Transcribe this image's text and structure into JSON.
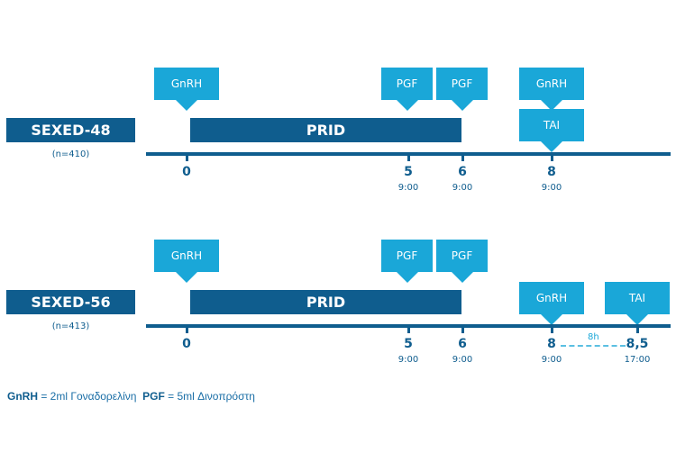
{
  "protocols": [
    {
      "name": "SEXED-48",
      "n": "(n=410)",
      "bar_label": "PRID",
      "axis": [
        {
          "day": "0",
          "time": ""
        },
        {
          "day": "5",
          "time": "9:00"
        },
        {
          "day": "6",
          "time": "9:00"
        },
        {
          "day": "8",
          "time": "9:00"
        }
      ],
      "events": [
        {
          "label": "GnRH",
          "day": "0"
        },
        {
          "label": "PGF",
          "day": "5"
        },
        {
          "label": "PGF",
          "day": "6"
        },
        {
          "label": "GnRH",
          "day": "8"
        },
        {
          "label": "TAI",
          "day": "8"
        }
      ]
    },
    {
      "name": "SEXED-56",
      "n": "(n=413)",
      "bar_label": "PRID",
      "axis": [
        {
          "day": "0",
          "time": ""
        },
        {
          "day": "5",
          "time": "9:00"
        },
        {
          "day": "6",
          "time": "9:00"
        },
        {
          "day": "8",
          "time": "9:00"
        },
        {
          "day": "8,5",
          "time": "17:00"
        }
      ],
      "interval_label": "8h",
      "events": [
        {
          "label": "GnRH",
          "day": "0"
        },
        {
          "label": "PGF",
          "day": "5"
        },
        {
          "label": "PGF",
          "day": "6"
        },
        {
          "label": "GnRH",
          "day": "8"
        },
        {
          "label": "TAI",
          "day": "8,5"
        }
      ]
    }
  ],
  "legend": {
    "gnrh_key": "GnRH",
    "gnrh_desc": " = 2ml Γοναδορελίνη",
    "pgf_key": "PGF",
    "pgf_desc": " = 5ml Δινοπρόστη"
  },
  "colors": {
    "dark_blue": "#0f5d8e",
    "light_blue": "#1aa7d8"
  }
}
